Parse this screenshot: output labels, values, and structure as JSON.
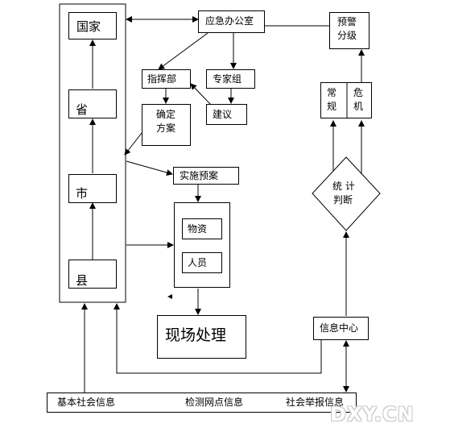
{
  "levels": {
    "country": "国家",
    "province": "省",
    "city": "市",
    "county": "县"
  },
  "emergency_office": "应急办公室",
  "command_dept": "指挥部",
  "expert_group": "专家组",
  "confirm_plan": [
    "确定",
    "方案"
  ],
  "advice": "建议",
  "implement_plan": "实施预案",
  "materials": "物资",
  "personnel": "人员",
  "onsite": "现场处理",
  "warning_grade": [
    "预警",
    "分级"
  ],
  "normal": [
    "常",
    "规"
  ],
  "crisis": [
    "危",
    "机"
  ],
  "stat_judge": [
    "统 计",
    "判断"
  ],
  "info_center": "信息中心",
  "sources": {
    "basic": "基本社会信息",
    "monitor": "检测网点信息",
    "report": "社会举报信息"
  },
  "watermark": "DXY.CN"
}
